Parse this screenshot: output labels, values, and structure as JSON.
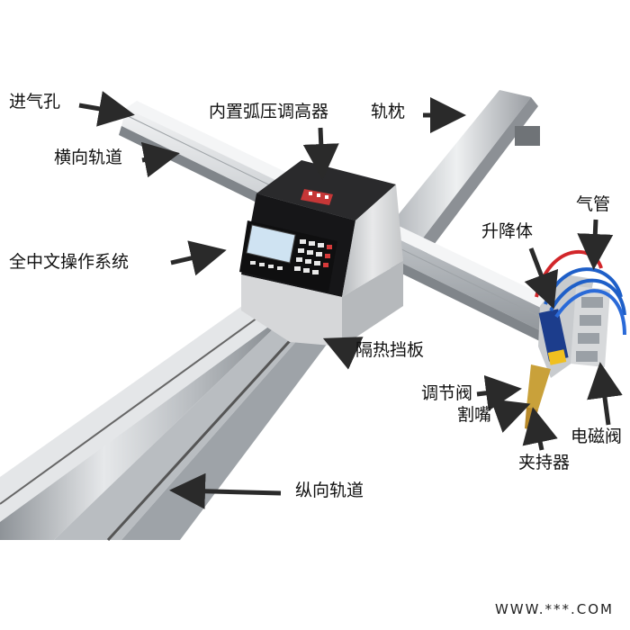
{
  "labels": {
    "air_inlet": "进气孔",
    "arc_height_controller": "内置弧压调高器",
    "rail_sleeper": "轨枕",
    "cross_rail": "横向轨道",
    "gas_pipe": "气管",
    "lifter": "升降体",
    "chinese_os": "全中文操作系统",
    "heat_shield": "隔热挡板",
    "regulating_valve": "调节阀",
    "cutting_nozzle": "割嘴",
    "solenoid_valve": "电磁阀",
    "torch_holder": "夹持器",
    "longitudinal_rail": "纵向轨道"
  },
  "watermark": "WWW.***.COM",
  "colors": {
    "rail_steel": "#c9cdd1",
    "body_black": "#1c1c1e",
    "body_silver": "#d9dadc",
    "screen_blue": "#cfe3f2",
    "hose_blue": "#1e5fc8",
    "hose_red": "#d2262a",
    "arrow": "#2a2a2a"
  }
}
